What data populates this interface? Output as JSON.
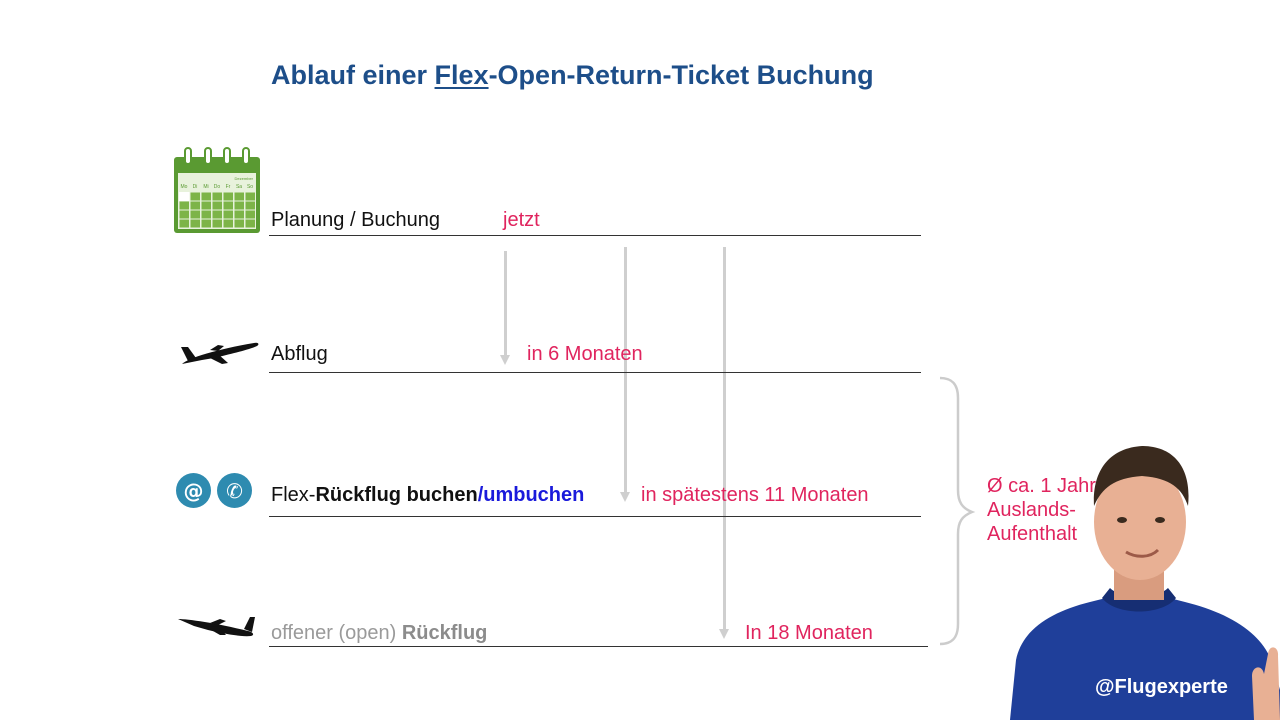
{
  "title": {
    "pre": "Ablauf einer ",
    "link": "Flex",
    "post": "-Open-Return-Ticket Buchung"
  },
  "icons": {
    "calendar": "calendar-icon",
    "plane_departure": "airplane-takeoff-icon",
    "email": "at-sign-icon",
    "phone": "phone-icon",
    "plane_return": "airplane-landing-icon"
  },
  "icon_glyphs": {
    "email": "@",
    "phone": "✆"
  },
  "calendar": {
    "month": "Dezember",
    "days": [
      "Mo",
      "Di",
      "Mi",
      "Do",
      "Fr",
      "Sa",
      "So"
    ]
  },
  "steps": {
    "planning": {
      "label": "Planung / Buchung",
      "time": "jetzt"
    },
    "departure": {
      "label": "Abflug",
      "time": "in 6 Monaten"
    },
    "rebook": {
      "label_pre": "Flex-",
      "label_bold": "Rückflug buchen",
      "label_blue": "/umbuchen",
      "time": "in spätestens 11 Monaten"
    },
    "return": {
      "label_pre": "offener (open) ",
      "label_bold": "Rückflug",
      "time": "In 18 Monaten"
    }
  },
  "stay": {
    "line1": "Ø ca. 1 Jahr",
    "line2": "Auslands-",
    "line3": "Aufenthalt"
  },
  "presenter": {
    "handle": "@Flugexperte"
  },
  "colors": {
    "title": "#1d4e89",
    "time_label": "#e0245e",
    "calendar_green": "#5a9a32",
    "icon_circle": "#2e8bb0",
    "presenter_shirt": "#1f3f9a",
    "umbuchen": "#1a1adb"
  }
}
